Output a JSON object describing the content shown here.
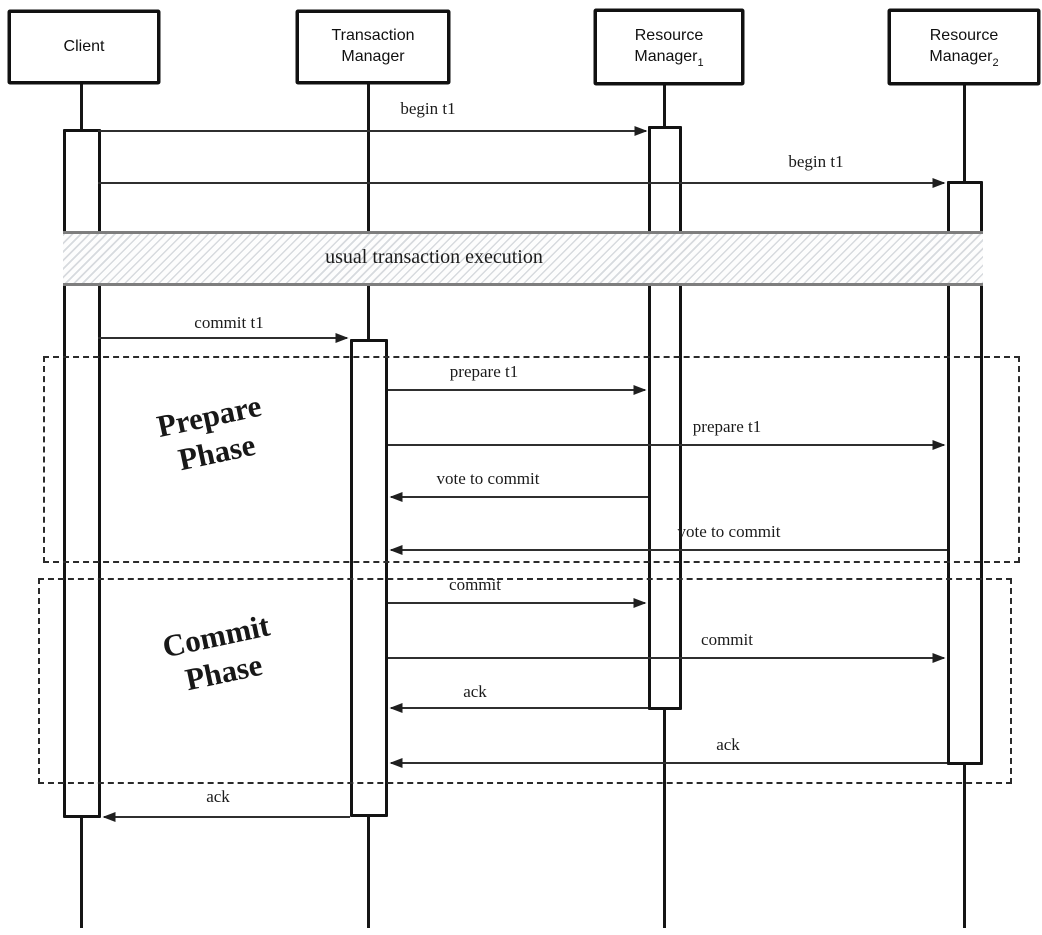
{
  "diagram_type": "uml-sequence-diagram",
  "actors": [
    {
      "id": "client",
      "label": "Client",
      "sub": ""
    },
    {
      "id": "transaction-manager",
      "label": "Transaction\nManager",
      "sub": ""
    },
    {
      "id": "resource-manager-1",
      "label": "Resource\nManager",
      "sub": "1"
    },
    {
      "id": "resource-manager-2",
      "label": "Resource\nManager",
      "sub": "2"
    }
  ],
  "note": {
    "text": "usual transaction execution"
  },
  "phases": [
    {
      "label": "Prepare\nPhase"
    },
    {
      "label": "Commit\nPhase"
    }
  ],
  "messages": [
    {
      "label": "begin t1",
      "from": "Client",
      "to": "Resource Manager 1"
    },
    {
      "label": "begin t1",
      "from": "Client",
      "to": "Resource Manager 2"
    },
    {
      "label": "commit t1",
      "from": "Client",
      "to": "Transaction Manager"
    },
    {
      "label": "prepare t1",
      "from": "Transaction Manager",
      "to": "Resource Manager 1"
    },
    {
      "label": "prepare t1",
      "from": "Transaction Manager",
      "to": "Resource Manager 2"
    },
    {
      "label": "vote to commit",
      "from": "Resource Manager 1",
      "to": "Transaction Manager"
    },
    {
      "label": "vote to commit",
      "from": "Resource Manager 2",
      "to": "Transaction Manager"
    },
    {
      "label": "commit",
      "from": "Transaction Manager",
      "to": "Resource Manager 1"
    },
    {
      "label": "commit",
      "from": "Transaction Manager",
      "to": "Resource Manager 2"
    },
    {
      "label": "ack",
      "from": "Resource Manager 1",
      "to": "Transaction Manager"
    },
    {
      "label": "ack",
      "from": "Resource Manager 2",
      "to": "Transaction Manager"
    },
    {
      "label": "ack",
      "from": "Transaction Manager",
      "to": "Client"
    }
  ],
  "colors": {
    "stroke": "#161616",
    "arrow": "#2f2f2f",
    "band_border": "#7e7e7e",
    "hatch_line": "#d7dade",
    "background": "#ffffff"
  }
}
